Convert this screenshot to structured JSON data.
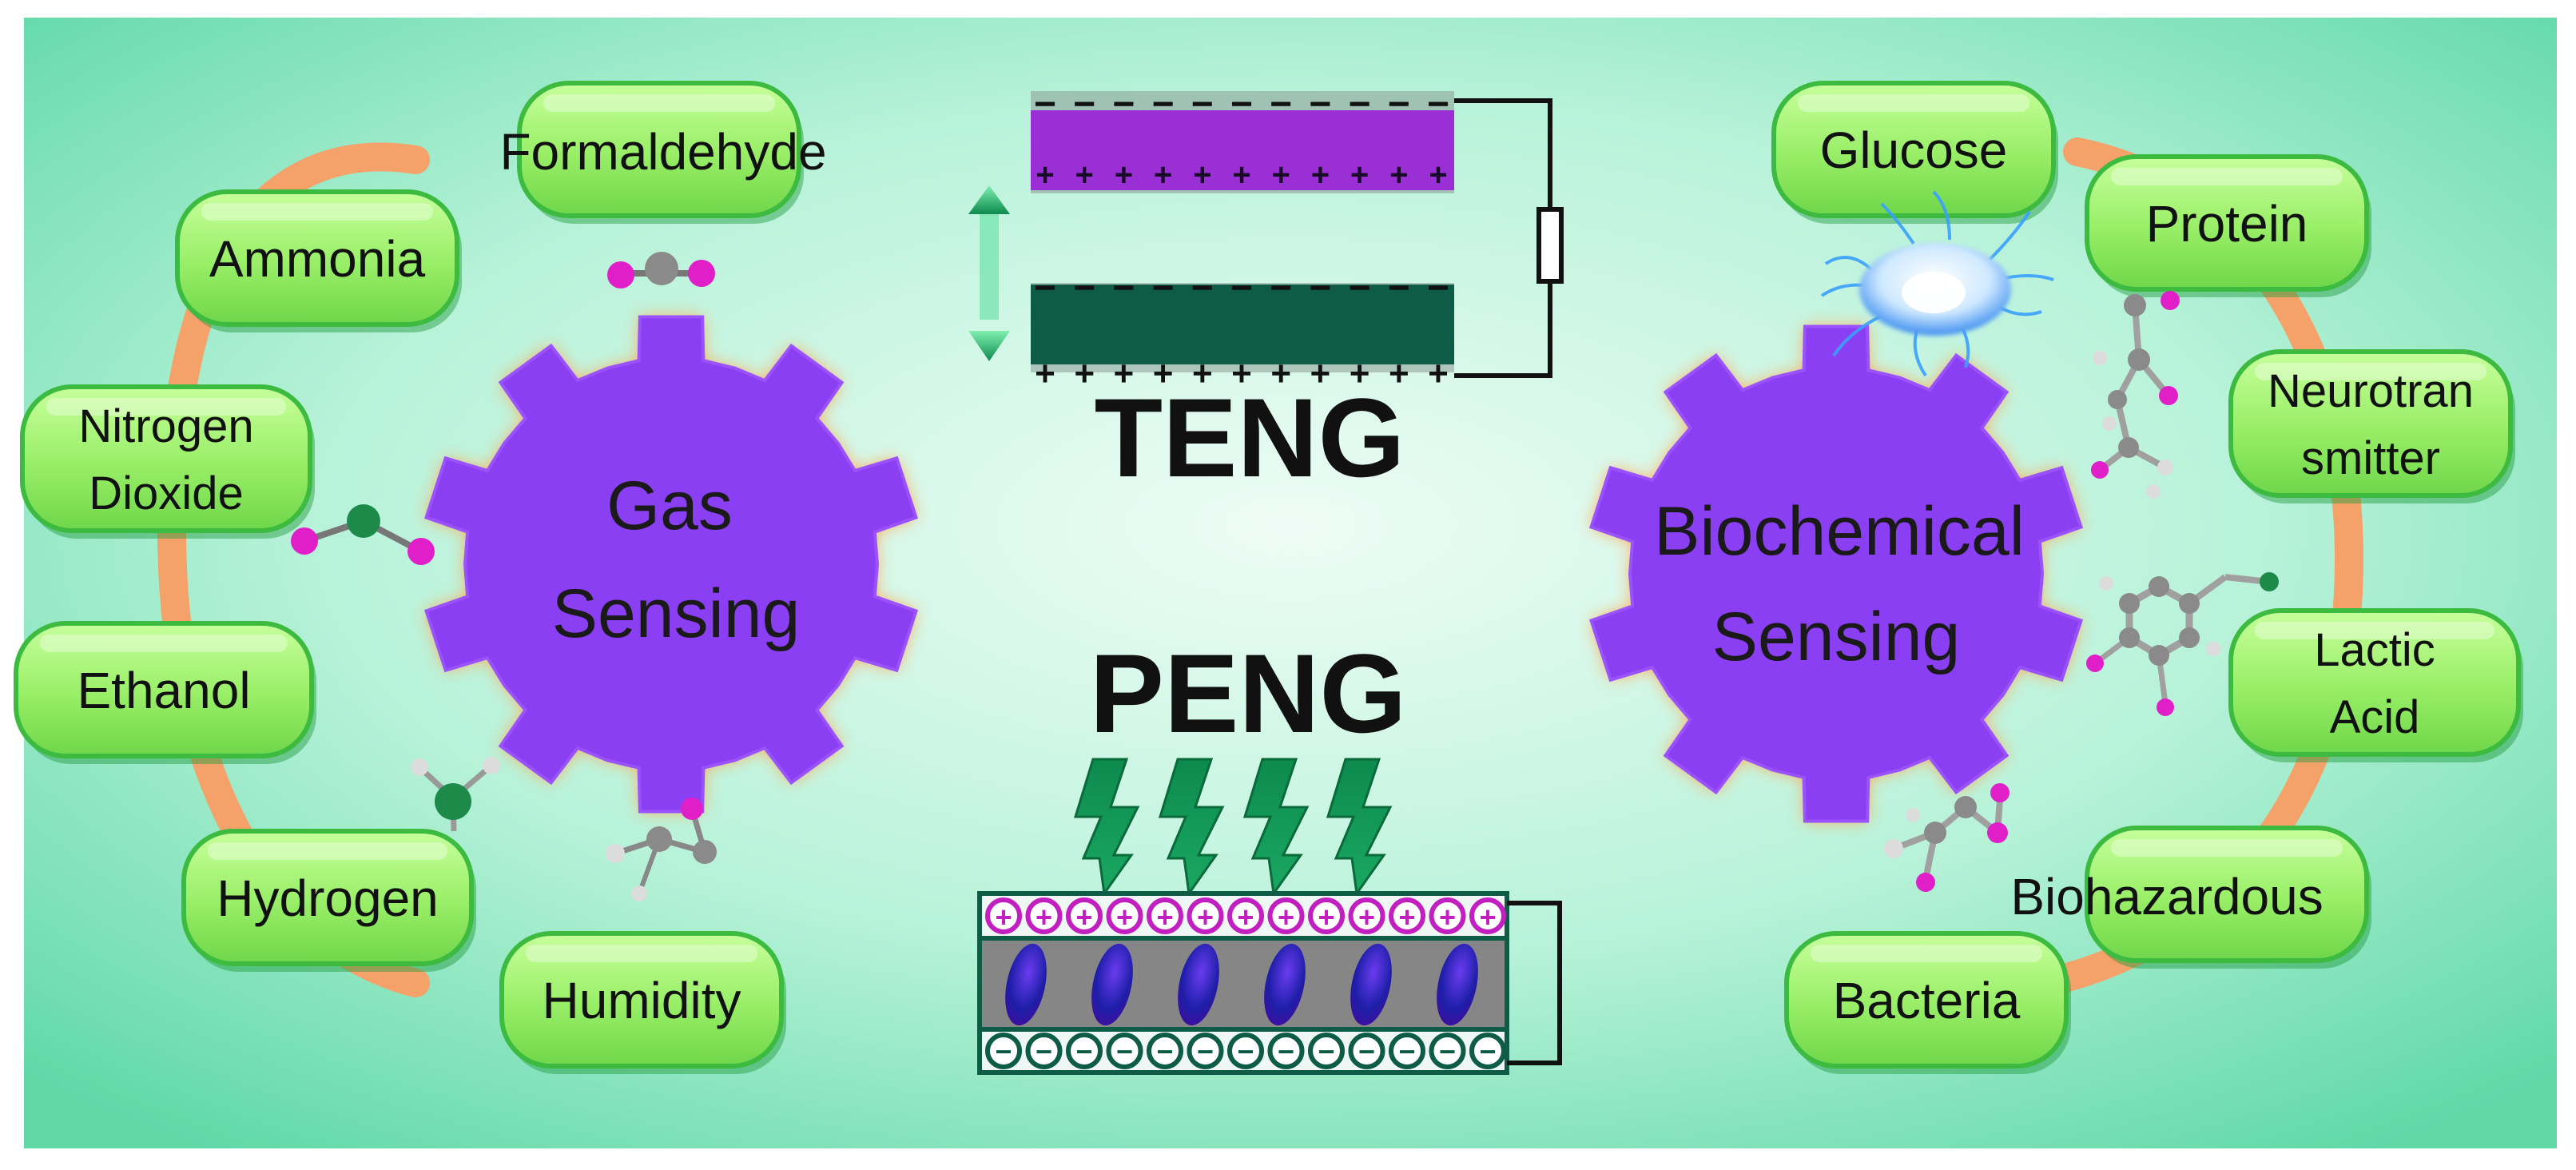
{
  "left_hub": {
    "line1": "Gas",
    "line2": "Sensing"
  },
  "right_hub": {
    "line1": "Biochemical",
    "line2": "Sensing"
  },
  "gas_targets": [
    {
      "lines": [
        "Formaldehyde"
      ]
    },
    {
      "lines": [
        "Ammonia"
      ]
    },
    {
      "lines": [
        "Nitrogen",
        "Dioxide"
      ]
    },
    {
      "lines": [
        "Ethanol"
      ]
    },
    {
      "lines": [
        "Hydrogen"
      ]
    },
    {
      "lines": [
        "Humidity"
      ]
    }
  ],
  "bio_targets": [
    {
      "lines": [
        "Glucose"
      ]
    },
    {
      "lines": [
        "Protein"
      ]
    },
    {
      "lines": [
        "Neurotran",
        "smitter"
      ]
    },
    {
      "lines": [
        "Lactic",
        "Acid"
      ]
    },
    {
      "lines": [
        "Biohazardous"
      ]
    },
    {
      "lines": [
        "Bacteria"
      ]
    }
  ],
  "teng": {
    "label": "TENG",
    "top_charge": "−",
    "bottom_charge": "+"
  },
  "peng": {
    "label": "PENG",
    "top_charge": "+",
    "bottom_charge": "−"
  },
  "colors": {
    "background_light": "#d6f8ea",
    "background_dark": "#4fd49f",
    "gear": "#8b3ff2",
    "gear_glow": "#ffa64d",
    "pill": "#9cf06a",
    "pill_border": "#3dbb40",
    "ring": "#f4a26a",
    "teng_top": "#9b2fd6",
    "teng_bottom": "#0e5c45",
    "arrow": "#20b46a",
    "molecule_pink": "#e01fc8",
    "molecule_grey": "#8a8a8a",
    "molecule_green": "#1d8a4a"
  }
}
